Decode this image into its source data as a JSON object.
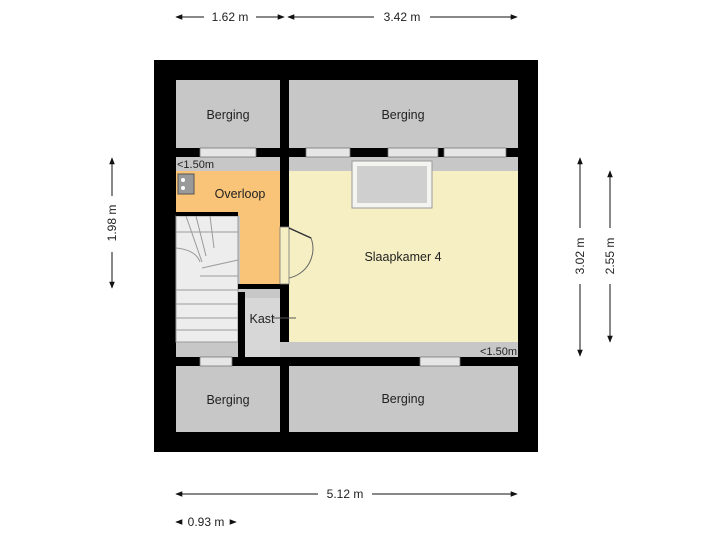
{
  "colors": {
    "wall": "#000000",
    "storage": "#c7c7c7",
    "bedroom": "#f6efc3",
    "landing": "#f9c477",
    "stairs": "#ededed",
    "closet": "#d7d7d7",
    "threshold": "#b0b0b0"
  },
  "rooms": {
    "berging_top_left": "Berging",
    "berging_top_right": "Berging",
    "berging_bottom_left": "Berging",
    "berging_bottom_right": "Berging",
    "overloop": "Overloop",
    "slaapkamer": "Slaapkamer 4",
    "kast": "Kast"
  },
  "notes": {
    "height_left": "<1.50m",
    "height_right": "<1.50m"
  },
  "dimensions": {
    "top_left": "1.62 m",
    "top_right": "3.42 m",
    "left": "1.98 m",
    "right_outer": "3.02 m",
    "right_inner": "2.55 m",
    "bottom_total": "5.12 m",
    "bottom_small": "0.93 m"
  }
}
